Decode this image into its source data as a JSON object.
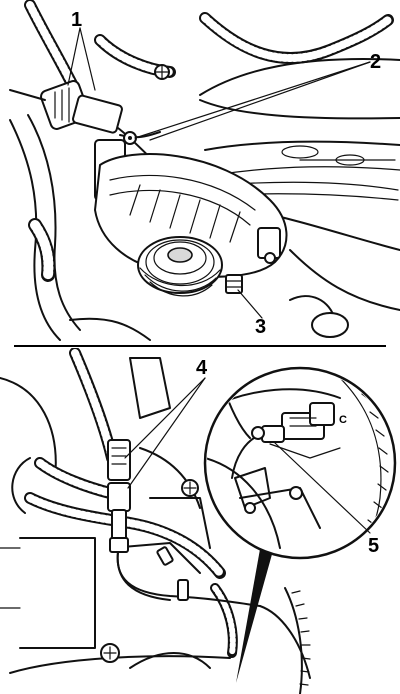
{
  "callouts": {
    "one": "1",
    "two": "2",
    "three": "3",
    "four": "4",
    "five": "5",
    "c": "C"
  },
  "colors": {
    "line": "#111111",
    "background": "#ffffff"
  }
}
